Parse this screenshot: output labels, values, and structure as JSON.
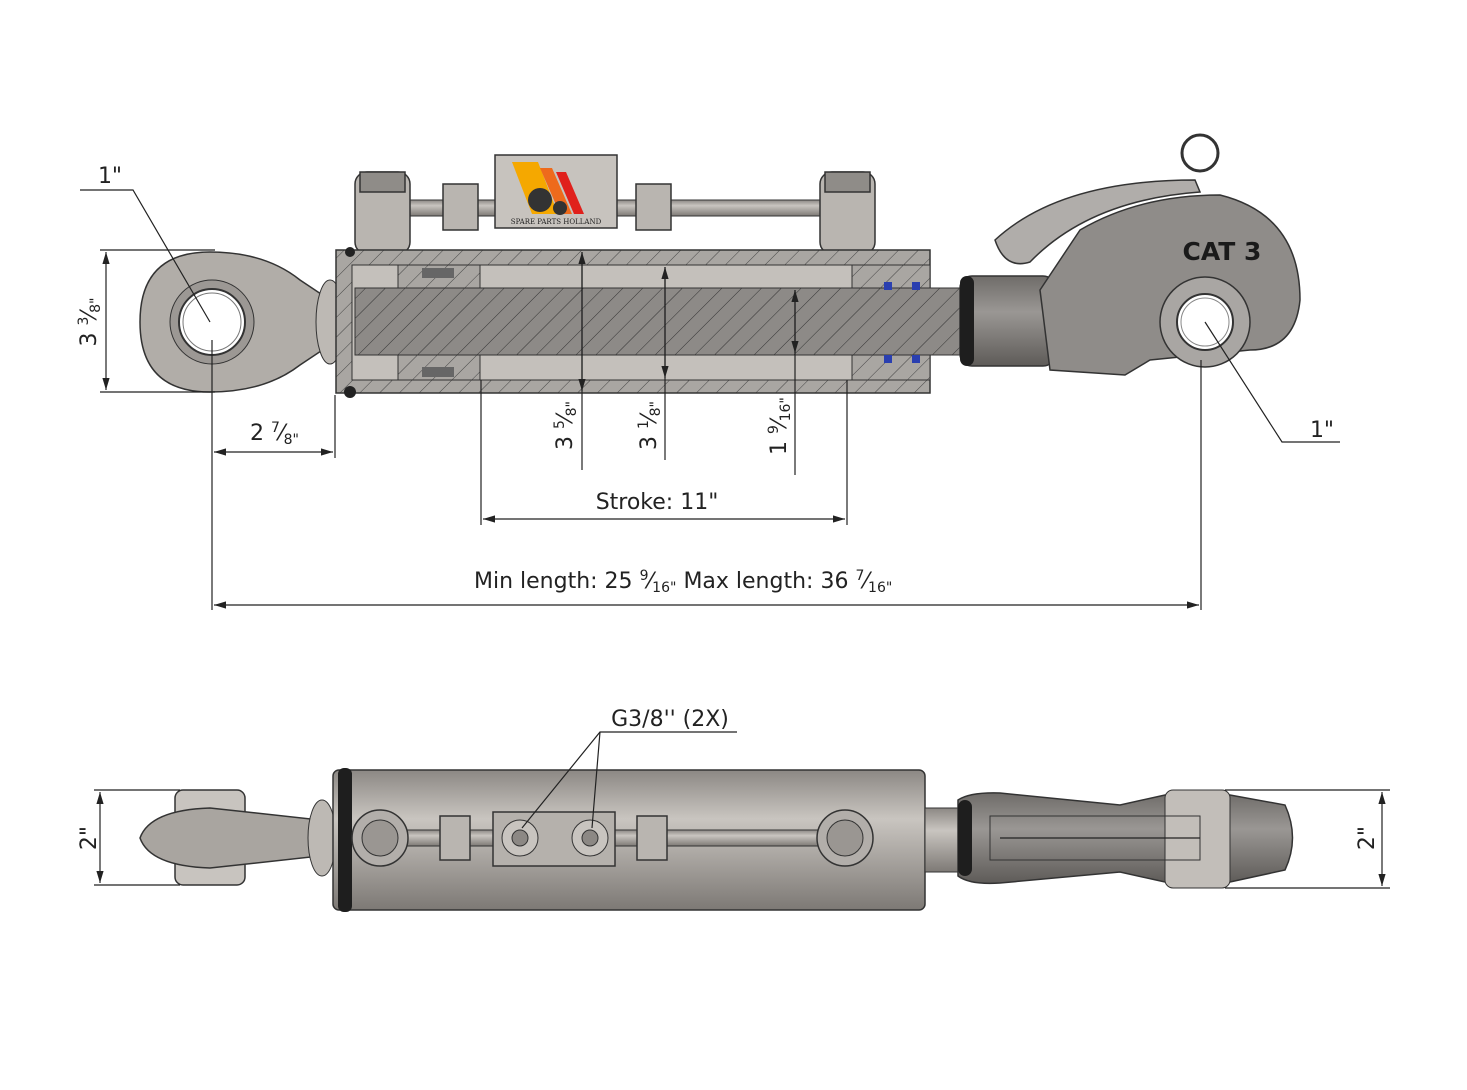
{
  "logo": {
    "text": "SPARE PARTS HOLLAND",
    "colors": [
      "#f5a800",
      "#ee6a1c",
      "#e0201c"
    ]
  },
  "label_cat": "CAT 3",
  "top_view": {
    "pin_left": "1\"",
    "pin_right": "1\"",
    "eye_height": {
      "whole": "3",
      "num": "3",
      "den": "8\""
    },
    "eye_offset": {
      "whole": "2",
      "num": "7",
      "den": "8\""
    },
    "cyl_outer": {
      "whole": "3",
      "num": "5",
      "den": "8\""
    },
    "cyl_bore": {
      "whole": "3",
      "num": "1",
      "den": "8\""
    },
    "rod": {
      "whole": "1",
      "num": "9",
      "den": "16\""
    },
    "stroke": "Stroke: 11\"",
    "min_length": {
      "label": "Min length: 25",
      "num": "9",
      "den": "16\""
    },
    "max_length": {
      "label": "Max length: 36",
      "num": "7",
      "den": "16\""
    }
  },
  "side_view": {
    "ports": "G3/8'' (2X)",
    "width_left": "2\"",
    "width_right": "2\""
  }
}
